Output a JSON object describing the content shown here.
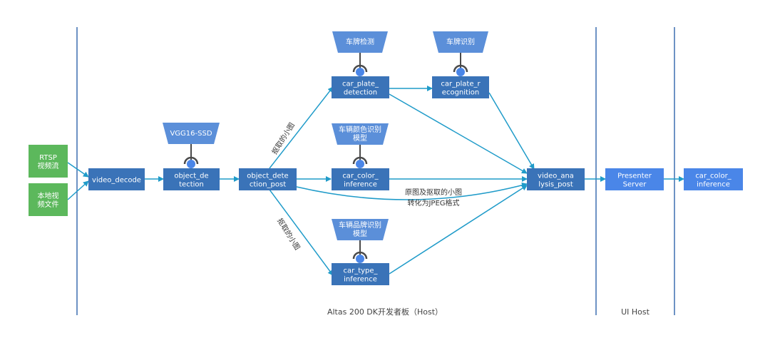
{
  "sources": [
    {
      "id": "rtsp",
      "lines": [
        "RTSP",
        "视频流"
      ]
    },
    {
      "id": "local",
      "lines": [
        "本地视",
        "频文件"
      ]
    }
  ],
  "nodes": [
    {
      "id": "video_decode",
      "lines": [
        "video_decode"
      ]
    },
    {
      "id": "object_detection",
      "lines": [
        "object_de",
        "tection"
      ]
    },
    {
      "id": "object_detection_post",
      "lines": [
        "object_dete",
        "ction_post"
      ]
    },
    {
      "id": "car_plate_detection",
      "lines": [
        "car_plate_",
        "detection"
      ]
    },
    {
      "id": "car_plate_recognition",
      "lines": [
        "car_plate_r",
        "ecognition"
      ]
    },
    {
      "id": "car_color_inference",
      "lines": [
        "car_color_",
        "inference"
      ]
    },
    {
      "id": "car_type_inference",
      "lines": [
        "car_type_",
        "inference"
      ]
    },
    {
      "id": "video_analysis_post",
      "lines": [
        "video_ana",
        "lysis_post"
      ]
    },
    {
      "id": "presenter_server",
      "lines": [
        "Presenter",
        "Server"
      ]
    },
    {
      "id": "car_color_inference_ui",
      "lines": [
        "car_color_",
        "inference"
      ]
    }
  ],
  "models": [
    {
      "id": "vgg16_ssd",
      "lines": [
        "VGG16-SSD"
      ]
    },
    {
      "id": "plate_detect_model",
      "lines": [
        "车牌检测"
      ]
    },
    {
      "id": "plate_recog_model",
      "lines": [
        "车牌识别"
      ]
    },
    {
      "id": "color_model",
      "lines": [
        "车辆颜色识别",
        "模型"
      ]
    },
    {
      "id": "brand_model",
      "lines": [
        "车辆品牌识别",
        "模型"
      ]
    }
  ],
  "annotations": {
    "crop_upper": "抠取的小图",
    "crop_lower": "抠取的小图",
    "jpeg_note": [
      "原图及抠取的小图",
      "转化为JPEG格式"
    ]
  },
  "zones": {
    "host": "Altas 200 DK开发者板（Host）",
    "ui_host": "UI Host"
  },
  "colors": {
    "node": "#3a73b8",
    "source": "#5cb85c",
    "model": "#5b8fd9",
    "connector": "#4a4a4a",
    "dot": "#4a86e8",
    "arrow": "#1f9bc9",
    "divider": "#3d6fb0",
    "node_light": "#4a86e8"
  }
}
